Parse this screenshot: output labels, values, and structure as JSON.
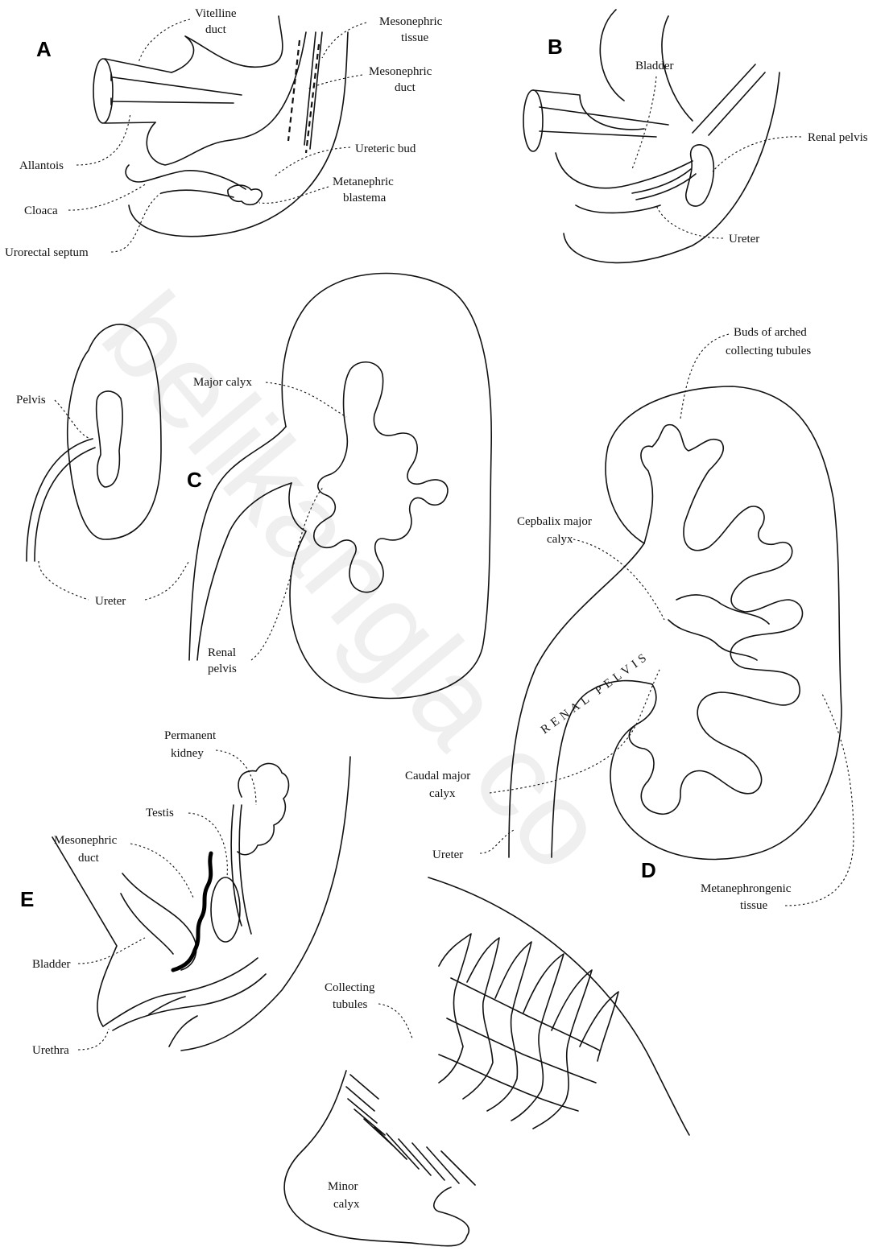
{
  "panels": {
    "a": "A",
    "b": "B",
    "c": "C",
    "d": "D",
    "e": "E"
  },
  "labels": {
    "a": {
      "vitelline_1": "Vitelline",
      "vitelline_2": "duct",
      "mesotissue_1": "Mesonephric",
      "mesotissue_2": "tissue",
      "mesoduct_1": "Mesonephric",
      "mesoduct_2": "duct",
      "allantois": "Allantois",
      "ureteric_bud": "Ureteric bud",
      "metablast_1": "Metanephric",
      "metablast_2": "blastema",
      "cloaca": "Cloaca",
      "urorectal": "Urorectal septum"
    },
    "b": {
      "bladder": "Bladder",
      "renal_pelvis": "Renal pelvis",
      "ureter": "Ureter"
    },
    "c": {
      "pelvis": "Pelvis",
      "major_calyx": "Major calyx",
      "ureter": "Ureter",
      "renal_1": "Renal",
      "renal_2": "pelvis"
    },
    "d": {
      "buds_1": "Buds of arched",
      "buds_2": "collecting tubules",
      "ceph_1": "Cepbalix major",
      "ceph_2": "calyx",
      "renal_pelvis": "RENAL PELVIS",
      "caudal_1": "Caudal major",
      "caudal_2": "calyx",
      "ureter": "Ureter",
      "meta_1": "Metanephrongenic",
      "meta_2": "tissue"
    },
    "e": {
      "perm_1": "Permanent",
      "perm_2": "kidney",
      "testis": "Testis",
      "mesoduct_1": "Mesonephric",
      "mesoduct_2": "duct",
      "bladder": "Bladder",
      "urethra": "Urethra"
    },
    "f": {
      "coll_1": "Collecting",
      "coll_2": "tubules",
      "minor_1": "Minor",
      "minor_2": "calyx"
    }
  },
  "watermark": "belikangla co"
}
